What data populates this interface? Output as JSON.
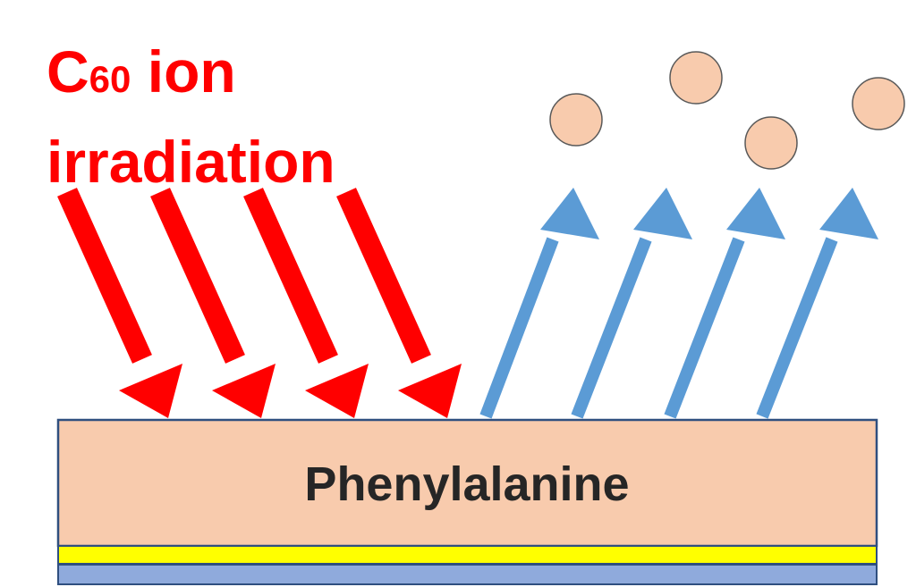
{
  "title": {
    "prefix": "C",
    "subscript": "60",
    "suffix": " ion",
    "line2": "irradiation"
  },
  "substrate_label": "Phenylalanine",
  "colors": {
    "incident_arrow": "#ff0000",
    "emitted_arrow": "#5b9bd5",
    "title_text": "#ff0000",
    "film_fill": "#f8cbad",
    "film_stroke": "#2f4f7f",
    "particle_fill": "#f8cbad",
    "particle_stroke": "#595959",
    "gold_layer": "#ffff00",
    "base_layer": "#8faadc",
    "label_text": "#262626"
  },
  "icons": {
    "incident": "red-arrow-down-right",
    "emitted": "blue-arrow-up-right",
    "particle": "sputtered-particle-circle"
  }
}
